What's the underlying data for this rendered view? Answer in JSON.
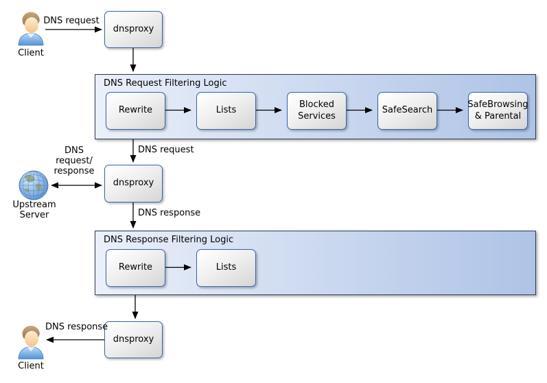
{
  "colors": {
    "box-border": "#3465a4",
    "box-grad-top": "#ffffff",
    "box-grad-bottom": "#d5d5d5",
    "container-border": "#2e3b52",
    "container-grad-left": "#ebf0fa",
    "container-grad-right": "#aec3e6",
    "arrow": "#000000"
  },
  "nodes": {
    "client_top": "Client",
    "client_bottom": "Client",
    "upstream_server": "Upstream Server",
    "proxy_top": "dnsproxy",
    "proxy_mid": "dnsproxy",
    "proxy_bottom": "dnsproxy"
  },
  "containers": {
    "request": {
      "title": "DNS Request Filtering Logic",
      "steps": [
        "Rewrite",
        "Lists",
        "Blocked Services",
        "SafeSearch",
        "SafeBrowsing & Parental"
      ]
    },
    "response": {
      "title": "DNS Response Filtering Logic",
      "steps": [
        "Rewrite",
        "Lists"
      ]
    }
  },
  "edge_labels": {
    "client_request": "DNS request",
    "filtered_request": "DNS request",
    "upstream_exchange": "DNS request/ response",
    "upstream_response": "DNS response",
    "client_response": "DNS response"
  }
}
